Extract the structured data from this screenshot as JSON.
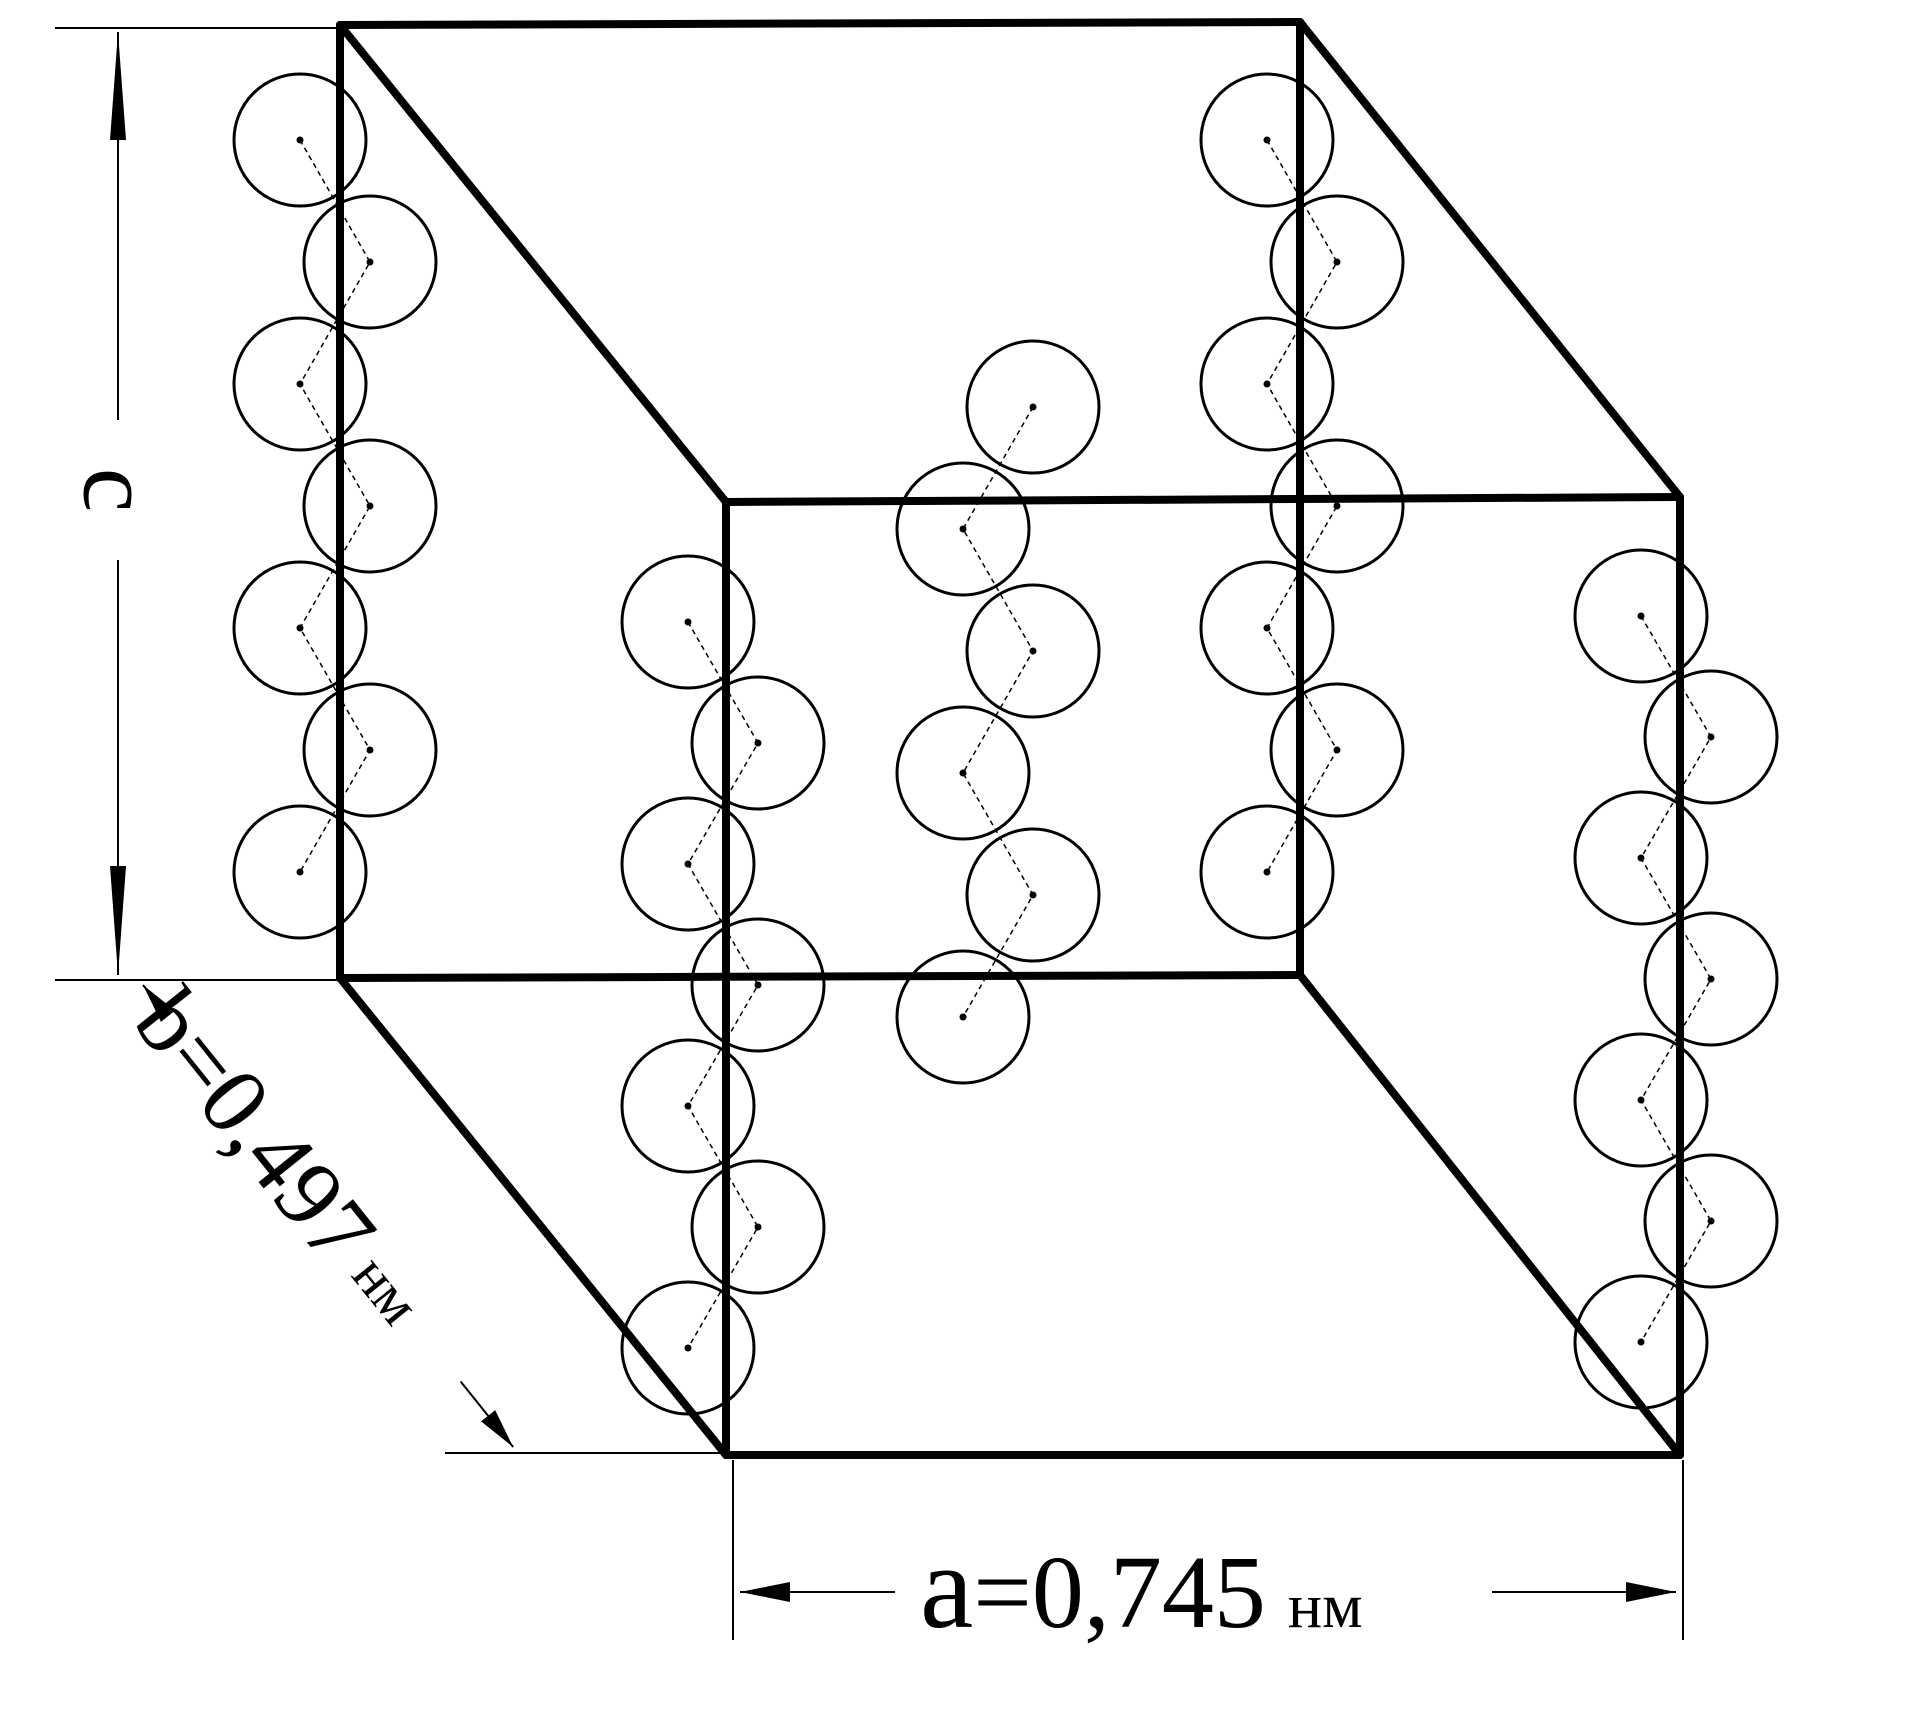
{
  "labels": {
    "c": "c",
    "b_letter": "b",
    "b_value": "=0,497",
    "b_unit": "нм",
    "a_letter": "a",
    "a_value": "=0,745",
    "a_unit": "нм"
  },
  "colors": {
    "ink": "#000000",
    "background": "#ffffff"
  }
}
